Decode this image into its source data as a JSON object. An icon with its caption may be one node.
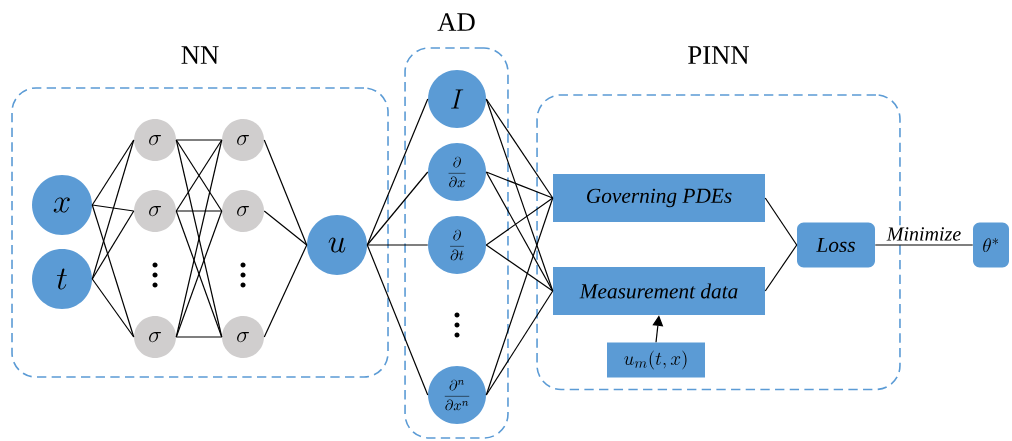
{
  "diagram": {
    "nodes": [
      {
        "text": [
          "NN"
        ]
      },
      {
        "text": [
          "x"
        ],
        "in": 0
      },
      {
        "text": [
          "t"
        ],
        "in": 0
      },
      {
        "text": [
          "\\sigma"
        ],
        "in": 0
      },
      {
        "text": [
          "\\sigma"
        ],
        "in": 0
      },
      {
        "text": [
          "\\sigma"
        ],
        "in": 0
      },
      {
        "text": [
          "\\sigma"
        ],
        "in": 0
      },
      {
        "text": [
          "\\sigma"
        ],
        "in": 0
      },
      {
        "text": [
          "\\sigma"
        ],
        "in": 0
      },
      {
        "text": [
          "u"
        ],
        "in": 0
      },
      {
        "text": [
          "AD"
        ]
      },
      {
        "text": [
          "I"
        ],
        "in": 10
      },
      {
        "text": [
          "\\frac{\\partial}{\\partial x}"
        ],
        "in": 10
      },
      {
        "text": [
          "\\frac{\\partial}{\\partial t}"
        ],
        "in": 10
      },
      {
        "text": [
          "\\frac{\\partial^n}{\\partial x^n}"
        ],
        "in": 10
      },
      {
        "text": [
          "PINN"
        ]
      },
      {
        "text": [
          "Governing PDEs"
        ],
        "in": 15
      },
      {
        "text": [
          "Measurement data"
        ],
        "in": 15
      },
      {
        "text": [
          "u_m(t,x)"
        ],
        "in": 15
      },
      {
        "text": [
          "Loss"
        ],
        "in": 15
      },
      {
        "text": [
          "\\theta^*"
        ]
      }
    ],
    "edges": [
      {
        "from": 1,
        "to": 3,
        "arrow": "none"
      },
      {
        "from": 1,
        "to": 4,
        "arrow": "none"
      },
      {
        "from": 1,
        "to": 5,
        "arrow": "none"
      },
      {
        "from": 2,
        "to": 3,
        "arrow": "none"
      },
      {
        "from": 2,
        "to": 4,
        "arrow": "none"
      },
      {
        "from": 2,
        "to": 5,
        "arrow": "none"
      },
      {
        "from": 3,
        "to": 6,
        "arrow": "none"
      },
      {
        "from": 3,
        "to": 7,
        "arrow": "none"
      },
      {
        "from": 3,
        "to": 8,
        "arrow": "none"
      },
      {
        "from": 4,
        "to": 6,
        "arrow": "none"
      },
      {
        "from": 4,
        "to": 7,
        "arrow": "none"
      },
      {
        "from": 4,
        "to": 8,
        "arrow": "none"
      },
      {
        "from": 5,
        "to": 6,
        "arrow": "none"
      },
      {
        "from": 5,
        "to": 7,
        "arrow": "none"
      },
      {
        "from": 5,
        "to": 8,
        "arrow": "none"
      },
      {
        "from": 6,
        "to": 9,
        "arrow": "none"
      },
      {
        "from": 7,
        "to": 9,
        "arrow": "none"
      },
      {
        "from": 8,
        "to": 9,
        "arrow": "none"
      },
      {
        "from": 9,
        "to": 11,
        "arrow": "none"
      },
      {
        "from": 9,
        "to": 12,
        "arrow": "none"
      },
      {
        "from": 9,
        "to": 13,
        "arrow": "none"
      },
      {
        "from": 9,
        "to": 14,
        "arrow": "none"
      },
      {
        "from": 11,
        "to": 16,
        "arrow": "none"
      },
      {
        "from": 11,
        "to": 17,
        "arrow": "none"
      },
      {
        "from": 12,
        "to": 16,
        "arrow": "none"
      },
      {
        "from": 12,
        "to": 17,
        "arrow": "none"
      },
      {
        "from": 13,
        "to": 16,
        "arrow": "none"
      },
      {
        "from": 13,
        "to": 17,
        "arrow": "none"
      },
      {
        "from": 14,
        "to": 16,
        "arrow": "none"
      },
      {
        "from": 14,
        "to": 17,
        "arrow": "none"
      },
      {
        "from": 16,
        "to": 19,
        "arrow": "none"
      },
      {
        "from": 17,
        "to": 19,
        "arrow": "none"
      },
      {
        "from": 18,
        "to": 17,
        "arrow": "to"
      },
      {
        "from": 19,
        "to": 20,
        "arrow": "none",
        "label": "Minimize"
      }
    ]
  }
}
